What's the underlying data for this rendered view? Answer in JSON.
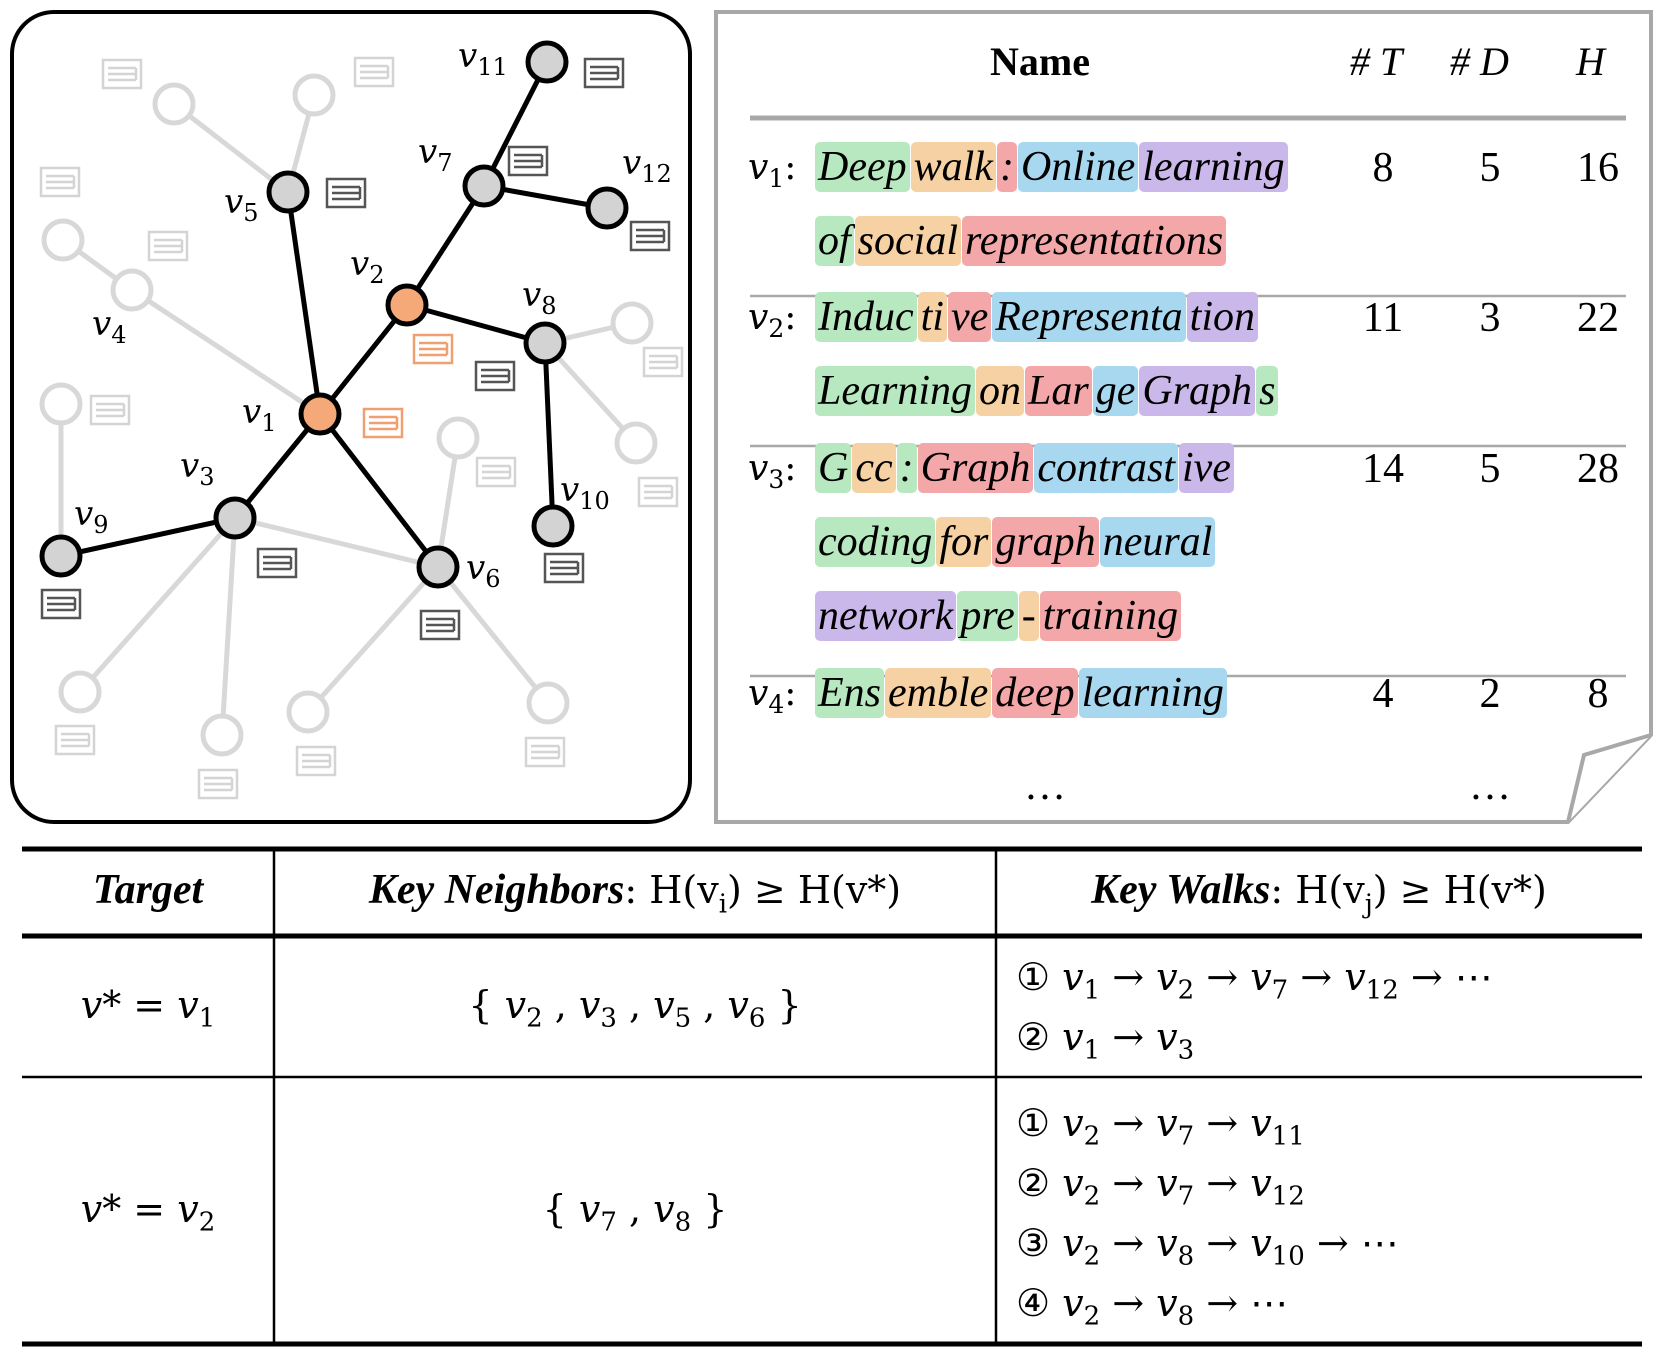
{
  "graph": {
    "node_labels": {
      "v1": "v",
      "v1s": "1",
      "v2": "v",
      "v2s": "2",
      "v3": "v",
      "v3s": "3",
      "v4": "v",
      "v4s": "4",
      "v5": "v",
      "v5s": "5",
      "v6": "v",
      "v6s": "6",
      "v7": "v",
      "v7s": "7",
      "v8": "v",
      "v8s": "8",
      "v9": "v",
      "v9s": "9",
      "v10": "v",
      "v10s": "10",
      "v11": "v",
      "v11s": "11",
      "v12": "v",
      "v12s": "12"
    },
    "colors": {
      "target_node": "#f5a878",
      "key_node": "#d3d3d3",
      "faded": "#d8d8d8",
      "doc_icon_target": "#f0a070",
      "doc_icon_key": "#555555"
    }
  },
  "paper_table": {
    "headers": {
      "name": "Name",
      "t": "# T",
      "d": "# D",
      "h": "H"
    },
    "rows": [
      {
        "label": "v",
        "sub": "1",
        "lines": [
          [
            {
              "t": "Deep",
              "c": "green"
            },
            {
              "t": "walk",
              "c": "orange"
            },
            {
              "t": ":",
              "c": "red"
            },
            {
              "t": "Online",
              "c": "blue"
            },
            {
              "t": "learning",
              "c": "purple"
            }
          ],
          [
            {
              "t": "of",
              "c": "green"
            },
            {
              "t": "social",
              "c": "orange"
            },
            {
              "t": "representations",
              "c": "red"
            }
          ]
        ],
        "t": "8",
        "d": "5",
        "h": "16"
      },
      {
        "label": "v",
        "sub": "2",
        "lines": [
          [
            {
              "t": "Induc",
              "c": "green"
            },
            {
              "t": "ti",
              "c": "orange"
            },
            {
              "t": "ve",
              "c": "red"
            },
            {
              "t": "Representa",
              "c": "blue"
            },
            {
              "t": "tion",
              "c": "purple"
            }
          ],
          [
            {
              "t": "Learning",
              "c": "green"
            },
            {
              "t": "on",
              "c": "orange"
            },
            {
              "t": "Lar",
              "c": "red"
            },
            {
              "t": "ge",
              "c": "blue"
            },
            {
              "t": "Graph",
              "c": "purple"
            },
            {
              "t": "s",
              "c": "green"
            }
          ]
        ],
        "t": "11",
        "d": "3",
        "h": "22"
      },
      {
        "label": "v",
        "sub": "3",
        "lines": [
          [
            {
              "t": "G",
              "c": "green"
            },
            {
              "t": "cc",
              "c": "orange"
            },
            {
              "t": ":",
              "c": "green"
            },
            {
              "t": "Graph",
              "c": "red"
            },
            {
              "t": "contrast",
              "c": "blue"
            },
            {
              "t": "ive",
              "c": "purple"
            }
          ],
          [
            {
              "t": "coding",
              "c": "green"
            },
            {
              "t": "for",
              "c": "orange"
            },
            {
              "t": "graph",
              "c": "red"
            },
            {
              "t": "neural",
              "c": "blue"
            }
          ],
          [
            {
              "t": "network",
              "c": "purple"
            },
            {
              "t": "pre",
              "c": "green"
            },
            {
              "t": "-",
              "c": "orange"
            },
            {
              "t": "training",
              "c": "red"
            }
          ]
        ],
        "t": "14",
        "d": "5",
        "h": "28"
      },
      {
        "label": "v",
        "sub": "4",
        "lines": [
          [
            {
              "t": "Ens",
              "c": "green"
            },
            {
              "t": "emble",
              "c": "orange"
            },
            {
              "t": "deep",
              "c": "red"
            },
            {
              "t": "learning",
              "c": "blue"
            }
          ]
        ],
        "t": "4",
        "d": "2",
        "h": "8"
      }
    ],
    "ellipsis_name": "…",
    "ellipsis_d": "…"
  },
  "bottom_table": {
    "headers": {
      "target": "Target",
      "neighbors_bold": "Key Neighbors",
      "neighbors_rest": ": H(v",
      "neighbors_sub": "i",
      "neighbors_tail": ") ≥ H(v*)",
      "walks_bold": "Key Walks",
      "walks_rest": ": H(v",
      "walks_sub": "j",
      "walks_tail": ") ≥ H(v*)"
    },
    "rows": [
      {
        "target": "v* = v",
        "target_sub": "1",
        "neighbors": [
          "2",
          "3",
          "5",
          "6"
        ],
        "walks": [
          {
            "marker": "①",
            "nodes": [
              "1",
              "2",
              "7",
              "12"
            ],
            "more": true
          },
          {
            "marker": "②",
            "nodes": [
              "1",
              "3"
            ],
            "more": false
          }
        ]
      },
      {
        "target": "v* = v",
        "target_sub": "2",
        "neighbors": [
          "7",
          "8"
        ],
        "walks": [
          {
            "marker": "①",
            "nodes": [
              "2",
              "7",
              "11"
            ],
            "more": false
          },
          {
            "marker": "②",
            "nodes": [
              "2",
              "7",
              "12"
            ],
            "more": false
          },
          {
            "marker": "③",
            "nodes": [
              "2",
              "8",
              "10"
            ],
            "more": true
          },
          {
            "marker": "④",
            "nodes": [
              "2",
              "8"
            ],
            "more": true
          }
        ]
      }
    ],
    "arrow": "→",
    "ellipsis": "⋯"
  }
}
